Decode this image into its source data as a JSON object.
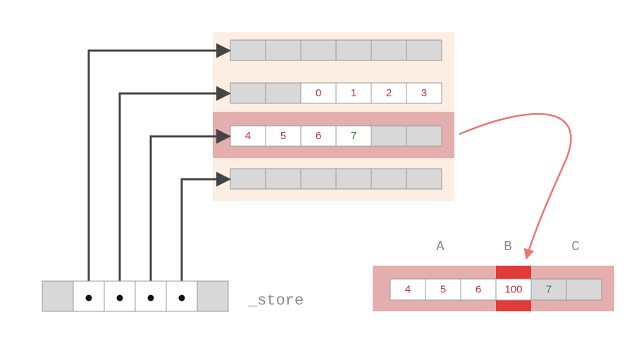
{
  "colors": {
    "panel_light": "#fdeee3",
    "panel_highlight": "#e5aeae",
    "cell_empty": "#d8d8d8",
    "cell_filled": "#ffffff",
    "cell_border": "#999999",
    "text_red": "#b8323a",
    "text_green": "#2f8a2f",
    "arrow_dark": "#444444",
    "arrow_red": "#ec7474",
    "focus_red": "#e33a3a",
    "label_grey": "#8a8a8a"
  },
  "blocks": [
    {
      "cells": [
        {
          "value": "",
          "state": "empty"
        },
        {
          "value": "",
          "state": "empty"
        },
        {
          "value": "",
          "state": "empty"
        },
        {
          "value": "",
          "state": "empty"
        },
        {
          "value": "",
          "state": "empty"
        },
        {
          "value": "",
          "state": "empty"
        }
      ]
    },
    {
      "cells": [
        {
          "value": "",
          "state": "empty"
        },
        {
          "value": "",
          "state": "empty"
        },
        {
          "value": "0",
          "state": "filled",
          "tone": "red"
        },
        {
          "value": "1",
          "state": "filled",
          "tone": "red"
        },
        {
          "value": "2",
          "state": "filled",
          "tone": "red"
        },
        {
          "value": "3",
          "state": "filled",
          "tone": "red"
        }
      ]
    },
    {
      "highlighted": true,
      "cells": [
        {
          "value": "4",
          "state": "filled",
          "tone": "red"
        },
        {
          "value": "5",
          "state": "filled",
          "tone": "red"
        },
        {
          "value": "6",
          "state": "filled",
          "tone": "red"
        },
        {
          "value": "7",
          "state": "filled",
          "tone": "green"
        },
        {
          "value": "",
          "state": "empty"
        },
        {
          "value": "",
          "state": "empty"
        }
      ]
    },
    {
      "cells": [
        {
          "value": "",
          "state": "empty"
        },
        {
          "value": "",
          "state": "empty"
        },
        {
          "value": "",
          "state": "empty"
        },
        {
          "value": "",
          "state": "empty"
        },
        {
          "value": "",
          "state": "empty"
        },
        {
          "value": "",
          "state": "empty"
        }
      ]
    }
  ],
  "store": {
    "label": "_store",
    "cells": [
      {
        "state": "empty"
      },
      {
        "state": "pointer",
        "target": 0
      },
      {
        "state": "pointer",
        "target": 1
      },
      {
        "state": "pointer",
        "target": 2
      },
      {
        "state": "pointer",
        "target": 3
      },
      {
        "state": "empty"
      }
    ]
  },
  "zoom": {
    "labels": [
      "A",
      "B",
      "C"
    ],
    "cells": [
      {
        "value": "4",
        "state": "filled",
        "tone": "red"
      },
      {
        "value": "5",
        "state": "filled",
        "tone": "red"
      },
      {
        "value": "6",
        "state": "filled",
        "tone": "red"
      },
      {
        "value": "100",
        "state": "filled",
        "tone": "red",
        "focus": true
      },
      {
        "value": "7",
        "state": "empty",
        "tone": "green"
      },
      {
        "value": "",
        "state": "empty"
      }
    ]
  }
}
